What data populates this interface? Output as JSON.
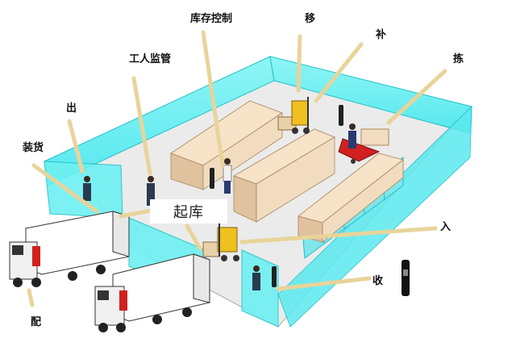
{
  "labels": {
    "inventory_control": "库存控制",
    "move": "移",
    "replenish": "补",
    "pick": "拣",
    "supervision": "工人监管",
    "outbound": "出",
    "loading": "装货",
    "inbound": "入",
    "receive": "收",
    "distribute": "配",
    "center_label": "起库"
  },
  "colors": {
    "wall": "#66f0f0",
    "wall_top": "#33e6f0",
    "floor": "#ebebeb",
    "box": "#f2dcc0",
    "box_dark": "#d4b08c",
    "leader": "#e8d49a",
    "forklift": "#f0c020",
    "truck_cab": "#f0f0f0",
    "truck_stripe": "#d02020",
    "cart": "#d02020"
  },
  "icons": [
    "forklift-icon",
    "truck-icon",
    "worker-icon",
    "scanner-icon",
    "box-stack-icon"
  ]
}
